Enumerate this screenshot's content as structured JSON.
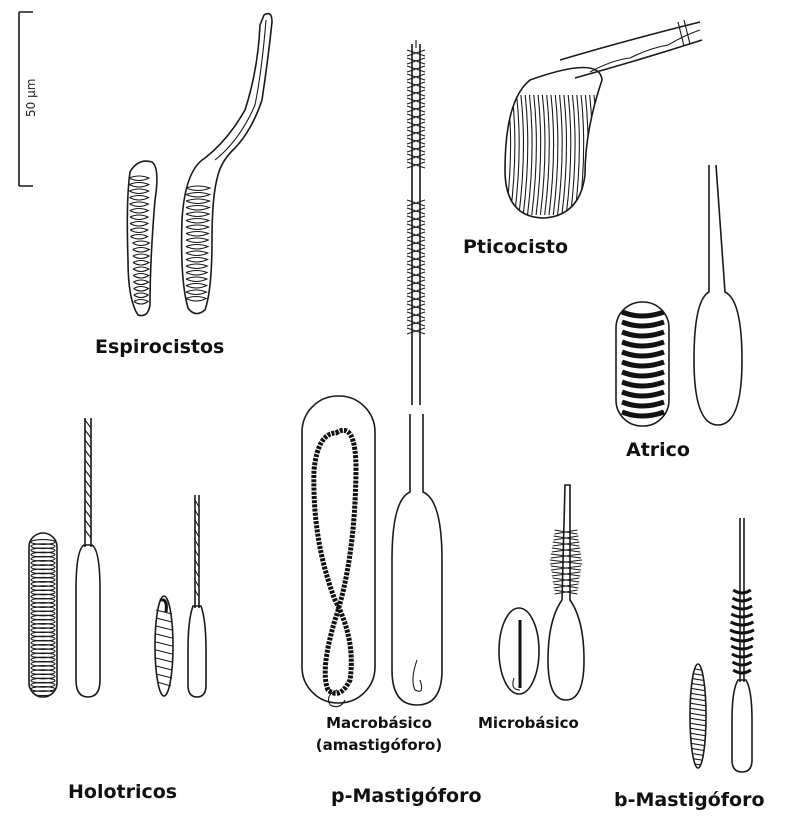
{
  "scale_bar": {
    "label": "50 µm"
  },
  "labels": {
    "espirocistos": "Espirocistos",
    "pticocisto": "Pticocisto",
    "atrico": "Atrico",
    "holotricos": "Holotricos",
    "macrobasico_line1": "Macrobásico",
    "macrobasico_line2": "(amastigóforo)",
    "microbasico": "Microbásico",
    "p_mastigoforo": "p-Mastigóforo",
    "b_mastigoforo": "b-Mastigóforo"
  }
}
